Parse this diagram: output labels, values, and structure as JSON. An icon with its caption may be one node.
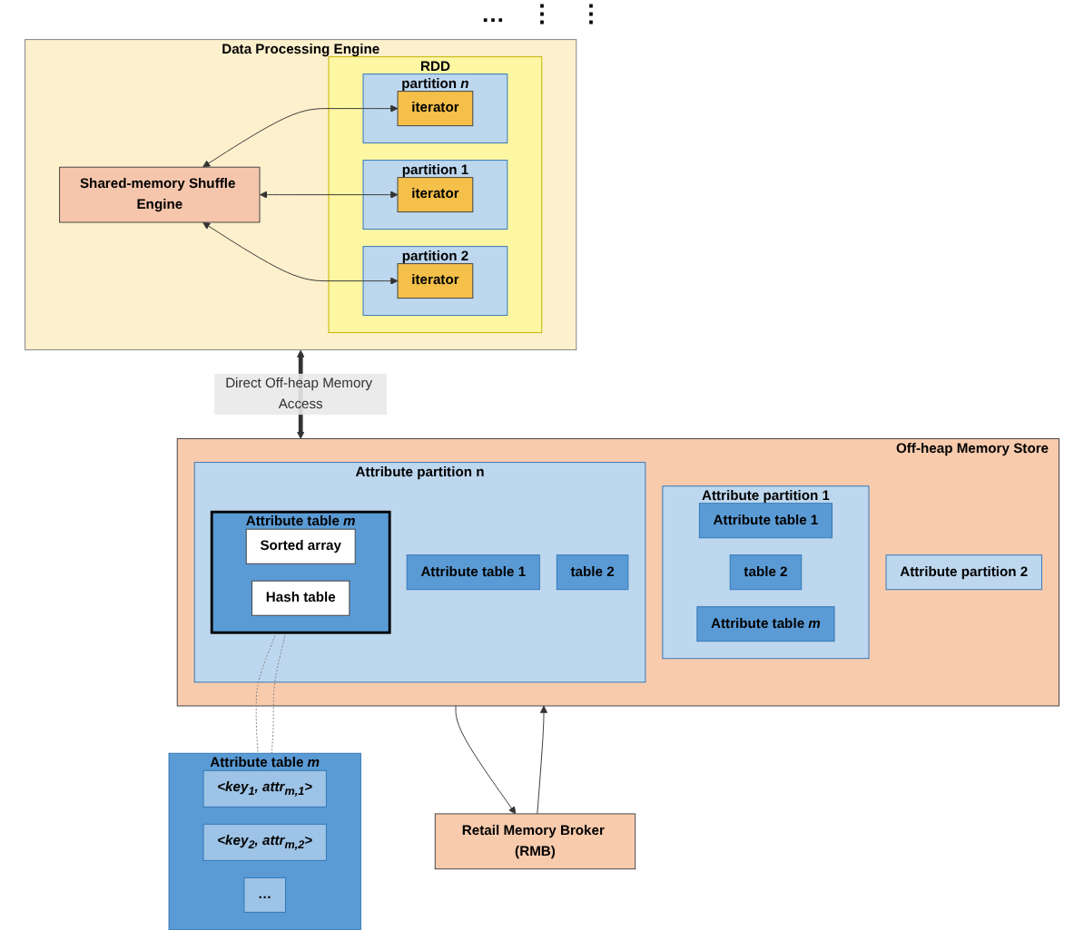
{
  "diagram": {
    "nodes": [
      {
        "text": [
          "Data Processing Engine"
        ]
      },
      {
        "text": [
          "Shared-memory Shuffle Engine"
        ],
        "in": 0
      },
      {
        "text": [
          "RDD"
        ],
        "in": 0
      },
      {
        "text": [
          "partition 1"
        ],
        "in": 2
      },
      {
        "text": [
          "iterator"
        ],
        "in": 3
      },
      {
        "text": [
          "partition 2"
        ],
        "in": 2
      },
      {
        "text": [
          "iterator"
        ],
        "in": 5
      },
      {
        "text": [
          "partition *n*"
        ],
        "in": 2
      },
      {
        "text": [
          "iterator"
        ],
        "in": 7
      },
      {
        "text": [
          "Off-heap Memory Store"
        ]
      },
      {
        "text": [
          "Attribute partition 2"
        ],
        "in": 9
      },
      {
        "text": [
          "Attribute partition 1"
        ],
        "in": 9
      },
      {
        "text": [
          "Attribute table 1"
        ],
        "in": 11
      },
      {
        "text": [
          "table 2"
        ],
        "in": 11
      },
      {
        "text": [
          "Attribute table *m*"
        ],
        "in": 11
      },
      {
        "text": [
          "Attribute partition n"
        ],
        "in": 9
      },
      {
        "text": [
          "Attribute table 1"
        ],
        "in": 15
      },
      {
        "text": [
          "table 2"
        ],
        "in": 15
      },
      {
        "text": [
          "Attribute table *m*"
        ],
        "in": 15
      },
      {
        "text": [
          "Sorted array"
        ],
        "in": 18
      },
      {
        "text": [
          "Hash table"
        ],
        "in": 18
      },
      {
        "text": [
          "Attribute table *m*"
        ]
      },
      {
        "text": [
          "<key$_{1}$, attr$_{m,1}$>"
        ],
        "in": 21
      },
      {
        "text": [
          "<key$_{2}$, attr$_{m,2}$>"
        ],
        "in": 21
      },
      {
        "text": [
          "…"
        ],
        "in": 21
      },
      {
        "text": [
          "Retail Memory Broker (RMB)"
        ]
      }
    ],
    "edges": [
      {
        "from": 1,
        "to": 4,
        "arrow": "both"
      },
      {
        "from": 1,
        "to": 6,
        "arrow": "both"
      },
      {
        "from": 1,
        "to": 8,
        "arrow": "both"
      },
      {
        "from": 0,
        "to": 9,
        "arrow": "both",
        "label": "Direct Off-heap Memory Access",
        "style": "thick"
      },
      {
        "from": 18,
        "to": 21,
        "arrow": "none",
        "style": "dashed",
        "color": "#7f7f7f"
      },
      {
        "from": 18,
        "to": 21,
        "arrow": "none",
        "style": "dashed",
        "color": "#7f7f7f"
      },
      {
        "from": 25,
        "to": 9,
        "arrow": "to"
      },
      {
        "from": 9,
        "to": 25,
        "arrow": "to"
      }
    ],
    "labels": [
      "…",
      "⋮",
      "⋮"
    ]
  }
}
